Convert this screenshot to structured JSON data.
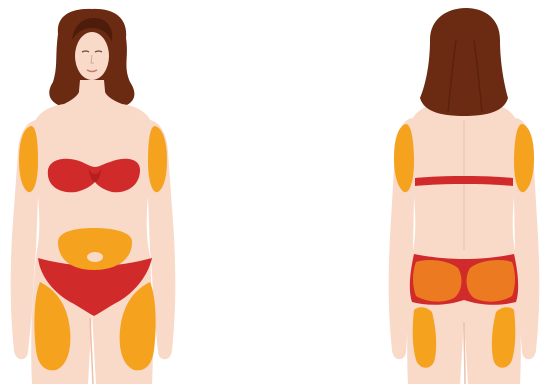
{
  "figures": [
    {
      "view": "front",
      "zones_highlighted": [
        "upper-arms",
        "abdomen",
        "thighs"
      ]
    },
    {
      "view": "back",
      "zones_highlighted": [
        "upper-arms",
        "buttocks",
        "thighs"
      ]
    }
  ],
  "colors": {
    "background": "#ffffff",
    "skin": "#f9d9c8",
    "skin_shadow": "#eec0a8",
    "skin_outline": "#e8b49c",
    "hair": "#6b2a12",
    "hair_dark": "#4e1c0a",
    "garment": "#d12a2a",
    "garment_dark": "#b51f1f",
    "zone": "#f5a21f",
    "zone_light": "#f7b437",
    "zone_on_garment": "#ec7a20"
  }
}
